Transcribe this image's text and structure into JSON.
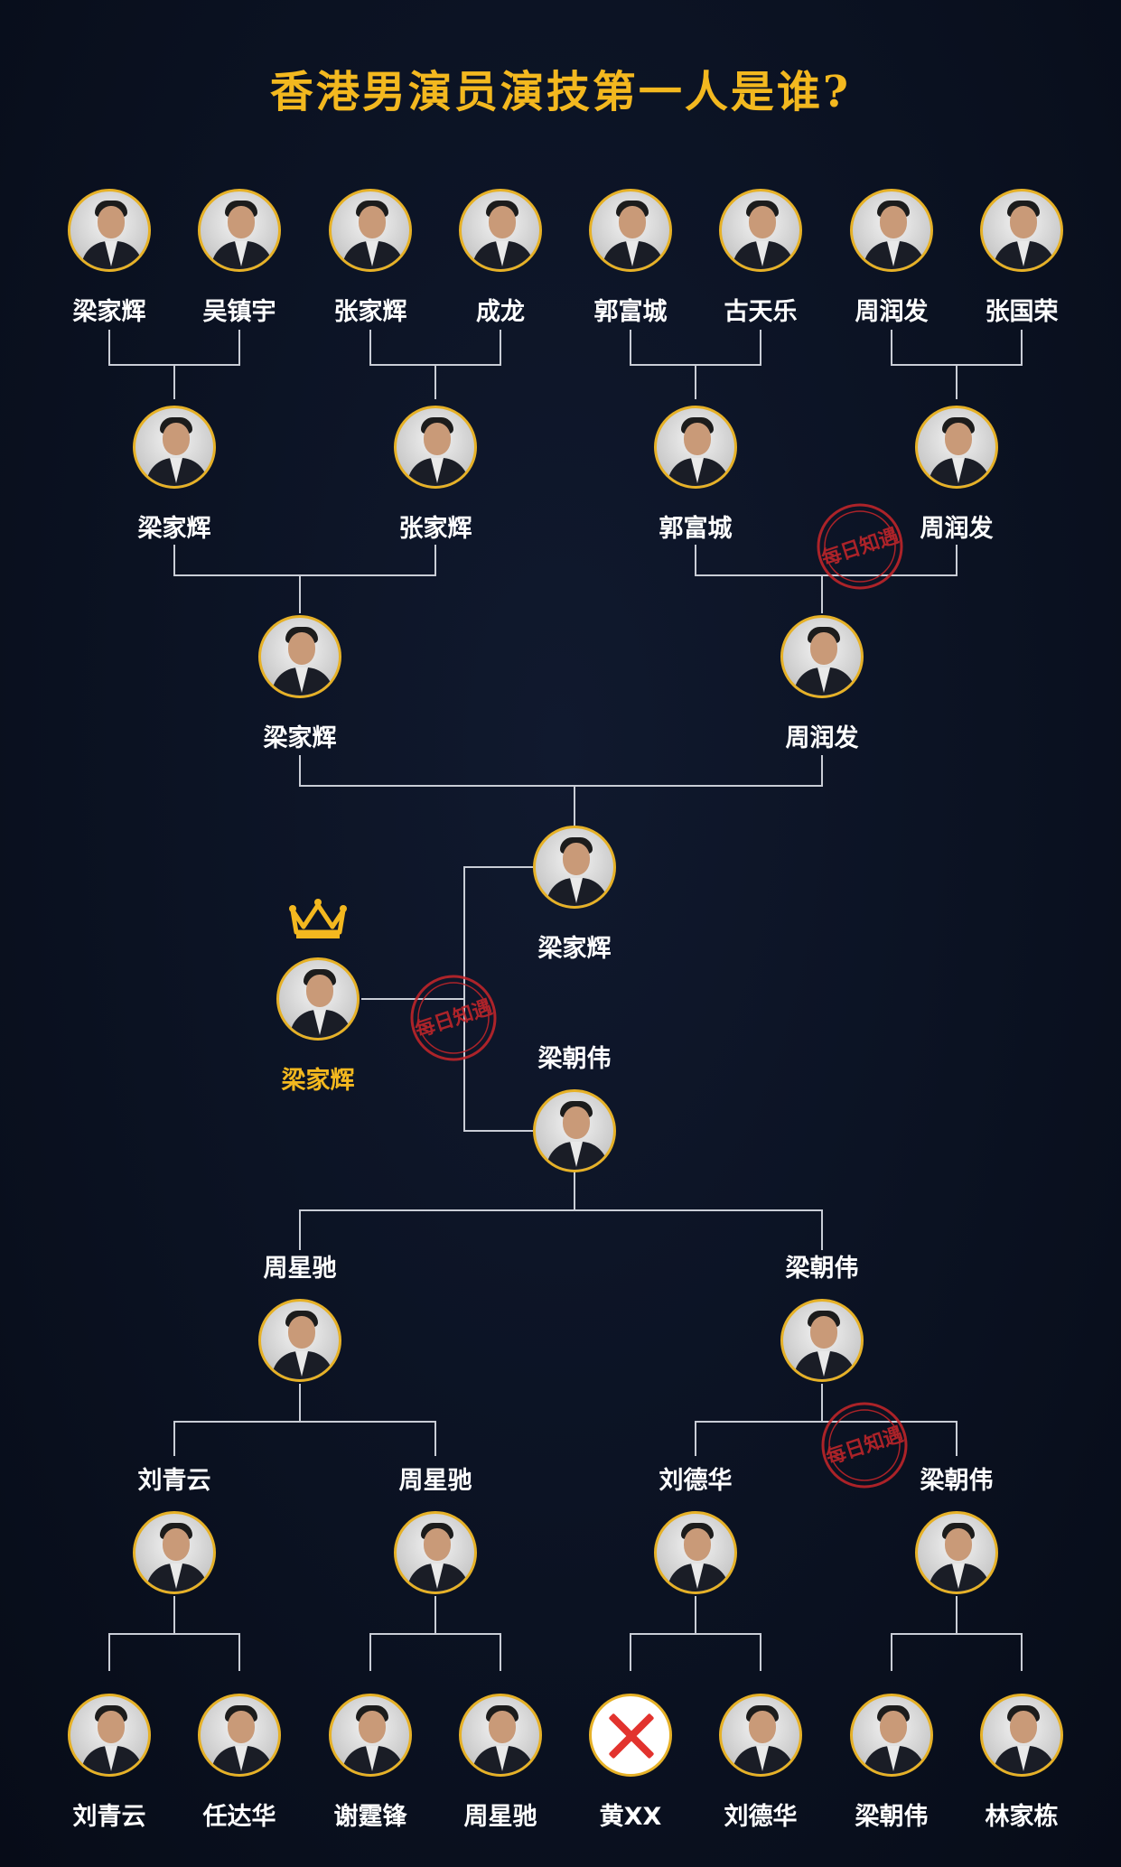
{
  "title": "香港男演员演技第一人是谁?",
  "stamp_text": "每日知遇",
  "colors": {
    "gold": "#f3b81f",
    "line": "#c9cdd6",
    "stamp": "#c8262a",
    "background": "#0b1222"
  },
  "champion": {
    "name": "梁家辉",
    "icon": "crown-icon"
  },
  "round1_top": [
    "梁家辉",
    "吴镇宇",
    "张家辉",
    "成龙",
    "郭富城",
    "古天乐",
    "周润发",
    "张国荣"
  ],
  "round2_top": [
    "梁家辉",
    "张家辉",
    "郭富城",
    "周润发"
  ],
  "semifinal_top": [
    "梁家辉",
    "周润发"
  ],
  "final_top": "梁家辉",
  "final_bottom": "梁朝伟",
  "semifinal_bottom": [
    "周星驰",
    "梁朝伟"
  ],
  "round2_bottom": [
    "刘青云",
    "周星驰",
    "刘德华",
    "梁朝伟"
  ],
  "round1_bottom": [
    "刘青云",
    "任达华",
    "谢霆锋",
    "周星驰",
    "黄XX",
    "刘德华",
    "梁朝伟",
    "林家栋"
  ]
}
